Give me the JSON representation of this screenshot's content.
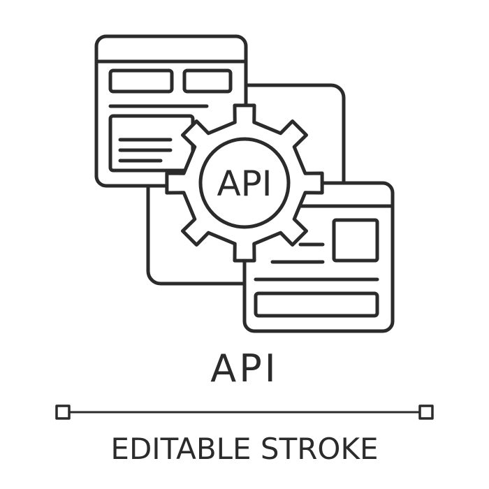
{
  "icon": {
    "name": "api-line-icon",
    "gear_text": "API"
  },
  "caption": "API",
  "footer": "EDITABLE STROKE",
  "colors": {
    "stroke": "#2b2b2b",
    "background": "#ffffff"
  }
}
